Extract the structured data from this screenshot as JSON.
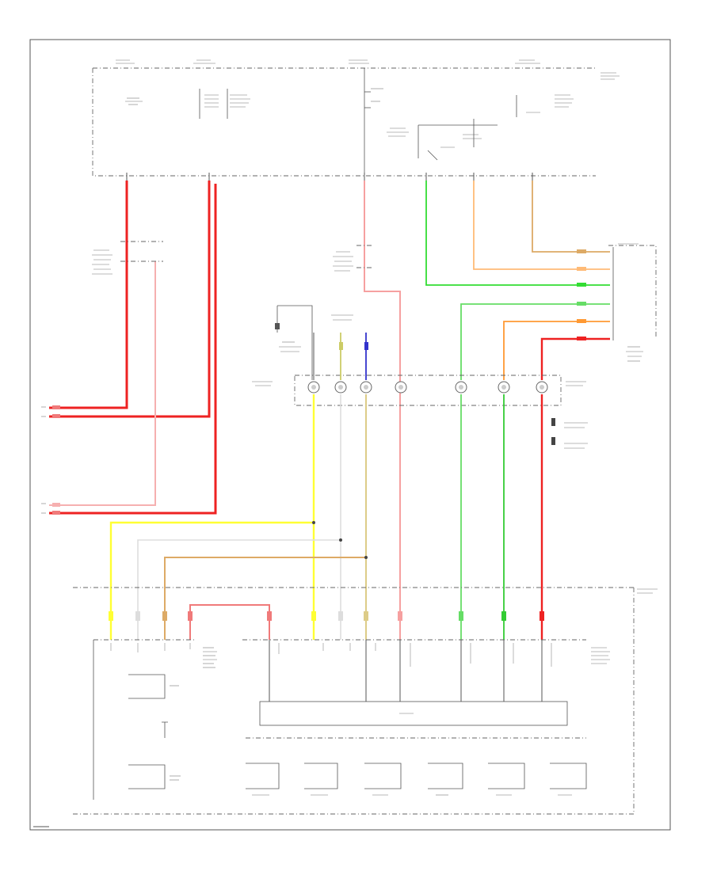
{
  "colors": {
    "red": "#ee2222",
    "pink": "#f07a7a",
    "light_pink": "#f6b0b0",
    "green": "#33dd33",
    "light_green": "#66dd66",
    "orange": "#ff9933",
    "light_orange": "#ffbb77",
    "yellow": "#ffff33",
    "olive": "#cccc66",
    "blue": "#3333cc",
    "tan": "#ddaa66",
    "gray": "#bbbbbb",
    "black": "#222222"
  },
  "icons": [
    "ground-symbol",
    "switch-terminal",
    "connector-pin"
  ],
  "labels": {
    "relay_title": "",
    "switch_title": "",
    "module_label": "",
    "footer_code": ""
  }
}
